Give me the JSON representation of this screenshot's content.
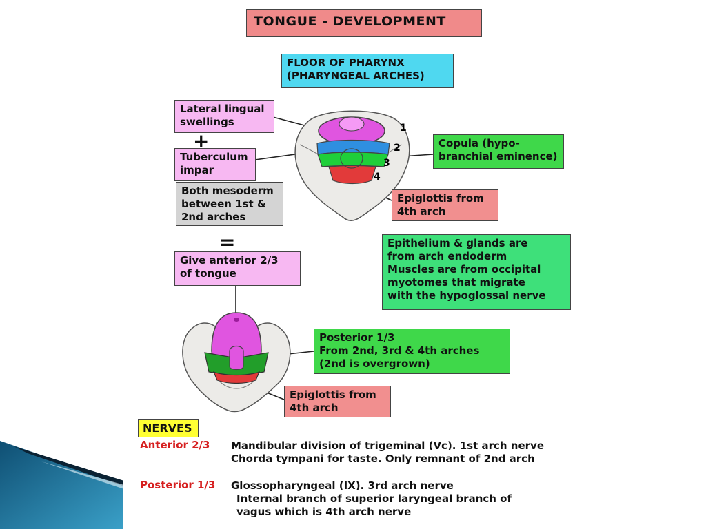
{
  "title": "TONGUE - DEVELOPMENT",
  "floor_label": "FLOOR OF PHARYNX\n(PHARYNGEAL ARCHES)",
  "lateral_label": "Lateral lingual\nswellings",
  "plus_symbol": "+",
  "tuberculum_label": "Tuberculum\nimpar",
  "mesoderm_label": "Both mesoderm\nbetween 1st &\n2nd arches",
  "equals_symbol": "=",
  "anterior_label": "Give anterior 2/3\nof tongue",
  "copula_label": "Copula (hypo-\nbranchial eminence)",
  "epiglottis_label": "Epiglottis from\n4th arch",
  "epithelium_label": "Epithelium & glands are\nfrom arch endoderm\nMuscles are from occipital\nmyotomes that migrate\nwith the hypoglossal nerve",
  "posterior_label": "Posterior 1/3\nFrom 2nd, 3rd & 4th arches\n(2nd is overgrown)",
  "epiglottis_label_2": "Epiglottis from\n4th arch",
  "arch_numbers": [
    "1",
    "2",
    "3",
    "4"
  ],
  "nerves": {
    "heading": "NERVES",
    "anterior": {
      "label": "Anterior 2/3",
      "line1": "Mandibular division of trigeminal (Vc). 1st arch nerve",
      "line2": "Chorda tympani for taste. Only remnant of 2nd arch"
    },
    "posterior": {
      "label": "Posterior 1/3",
      "line1": "Glossopharyngeal (IX). 3rd arch nerve",
      "line2": "Internal branch of superior laryngeal branch of",
      "line3": "vagus which is 4th arch nerve"
    }
  },
  "colors": {
    "title_bg": "#f08a8a",
    "cyan_box": "#4fd8f0",
    "pink_box": "#f7b8f2",
    "green_box": "#3fd84a",
    "salmon_box": "#f18f8f",
    "nerves_heading": "#ffff33",
    "nerve_label": "#d62020",
    "slide_accent": "#1d6f95"
  }
}
